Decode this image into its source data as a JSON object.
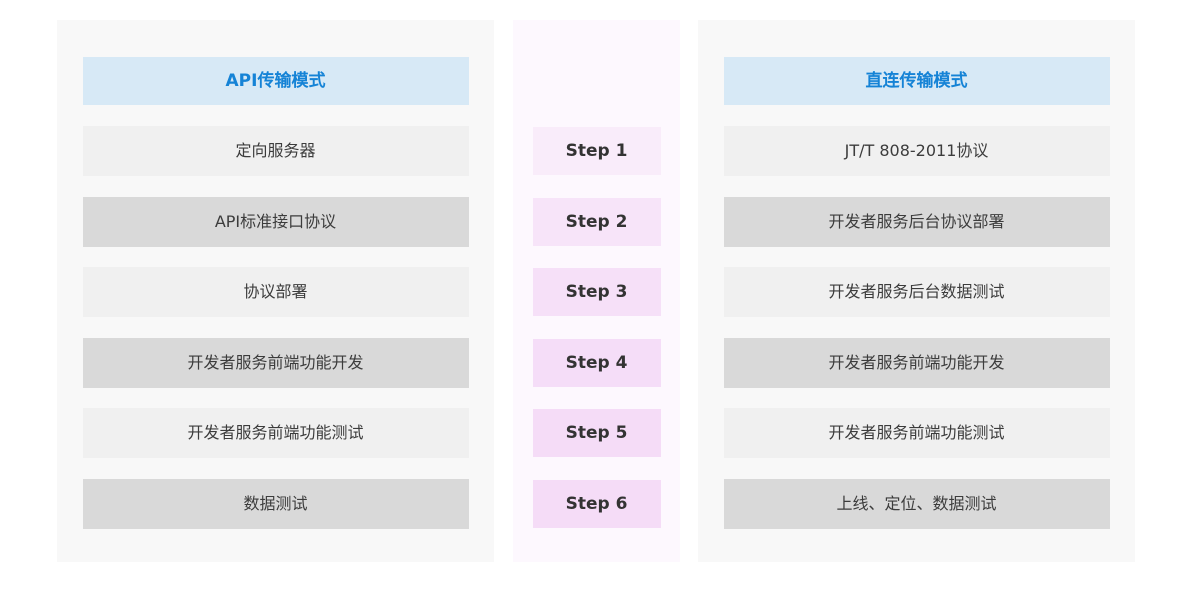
{
  "left_panel": {
    "title": "API传输模式",
    "rows": [
      "定向服务器",
      "API标准接口协议",
      "协议部署",
      "开发者服务前端功能开发",
      "开发者服务前端功能测试",
      "数据测试"
    ]
  },
  "steps_panel": {
    "steps": [
      {
        "label": "Step 1",
        "bg": "#f9ecfa"
      },
      {
        "label": "Step 2",
        "bg": "#f7e4f9"
      },
      {
        "label": "Step 3",
        "bg": "#f6e0f8"
      },
      {
        "label": "Step 4",
        "bg": "#f5ddf8"
      },
      {
        "label": "Step 5",
        "bg": "#f5dcf7"
      },
      {
        "label": "Step 6",
        "bg": "#f5dcf7"
      }
    ]
  },
  "right_panel": {
    "title": "直连传输模式",
    "rows": [
      "JT/T 808-2011协议",
      "开发者服务后台协议部署",
      "开发者服务后台数据测试",
      "开发者服务前端功能开发",
      "开发者服务前端功能测试",
      "上线、定位、数据测试"
    ]
  },
  "colors": {
    "page_bg": "#ffffff",
    "panel_bg": "#f8f8f8",
    "mid_panel_bg": "#fdf8fe",
    "header_bg": "#d7e9f6",
    "header_text": "#1583d6",
    "row_dark": "#d9d9d9",
    "row_light": "#f0f0f0",
    "row_text": "#3c3c3c",
    "step_text": "#333333"
  }
}
